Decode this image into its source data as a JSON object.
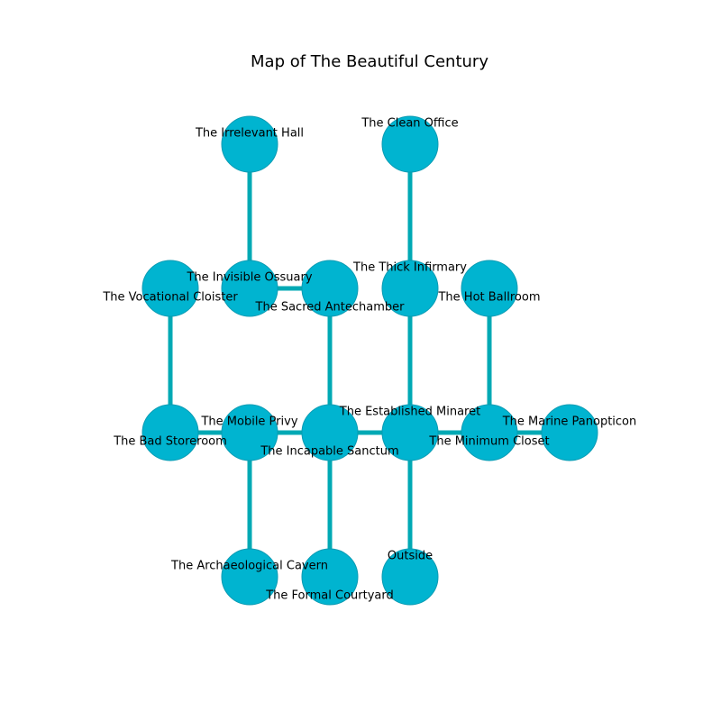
{
  "title": "Map of The Beautiful Century",
  "colors": {
    "node_fill": "#00b4d0",
    "edge": "#00a9b4"
  },
  "rooms": [
    {
      "id": "irrelevant_hall",
      "name": "The Irrelevant Hall"
    },
    {
      "id": "clean_office",
      "name": "The Clean Office"
    },
    {
      "id": "vocational_cloister",
      "name": "The Vocational Cloister"
    },
    {
      "id": "invisible_ossuary",
      "name": "The Invisible Ossuary"
    },
    {
      "id": "sacred_antechamber",
      "name": "The Sacred Antechamber"
    },
    {
      "id": "thick_infirmary",
      "name": "The Thick Infirmary"
    },
    {
      "id": "hot_ballroom",
      "name": "The Hot Ballroom"
    },
    {
      "id": "bad_storeroom",
      "name": "The Bad Storeroom"
    },
    {
      "id": "mobile_privy",
      "name": "The Mobile Privy"
    },
    {
      "id": "incapable_sanctum",
      "name": "The Incapable Sanctum"
    },
    {
      "id": "established_minaret",
      "name": "The Established Minaret"
    },
    {
      "id": "minimum_closet",
      "name": "The Minimum Closet"
    },
    {
      "id": "marine_panopticon",
      "name": "The Marine Panopticon"
    },
    {
      "id": "archaeological_cavern",
      "name": "The Archaeological Cavern"
    },
    {
      "id": "formal_courtyard",
      "name": "The Formal Courtyard"
    },
    {
      "id": "outside",
      "name": "Outside"
    }
  ],
  "connections": [
    [
      "irrelevant_hall",
      "invisible_ossuary"
    ],
    [
      "clean_office",
      "thick_infirmary"
    ],
    [
      "invisible_ossuary",
      "sacred_antechamber"
    ],
    [
      "vocational_cloister",
      "bad_storeroom"
    ],
    [
      "sacred_antechamber",
      "incapable_sanctum"
    ],
    [
      "thick_infirmary",
      "established_minaret"
    ],
    [
      "hot_ballroom",
      "minimum_closet"
    ],
    [
      "bad_storeroom",
      "mobile_privy"
    ],
    [
      "mobile_privy",
      "incapable_sanctum"
    ],
    [
      "incapable_sanctum",
      "established_minaret"
    ],
    [
      "established_minaret",
      "minimum_closet"
    ],
    [
      "minimum_closet",
      "marine_panopticon"
    ],
    [
      "mobile_privy",
      "archaeological_cavern"
    ],
    [
      "incapable_sanctum",
      "formal_courtyard"
    ],
    [
      "established_minaret",
      "outside"
    ]
  ]
}
